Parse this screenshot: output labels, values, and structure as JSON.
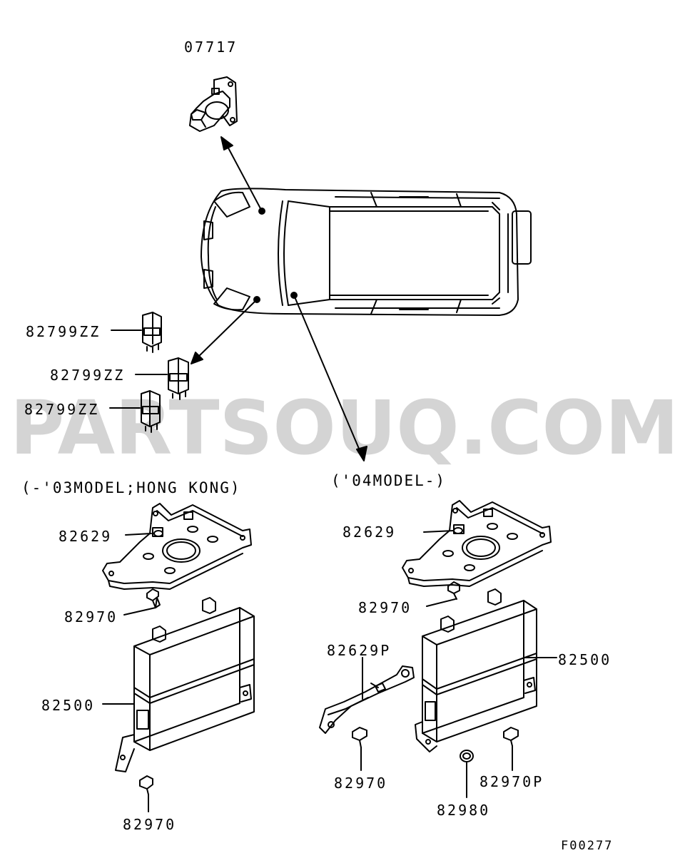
{
  "watermark": "PARTSOUQ.COM",
  "captions": {
    "left": "(-'03MODEL;HONG KONG)",
    "right": "('04MODEL-)"
  },
  "figure_code": "F00277",
  "part_labels": {
    "p07717": "07717",
    "p82799zz_1": "82799ZZ",
    "p82799zz_2": "82799ZZ",
    "p82799zz_3": "82799ZZ",
    "left_82629": "82629",
    "left_82970_a": "82970",
    "left_82500": "82500",
    "left_82970_b": "82970",
    "right_82629": "82629",
    "right_82970_a": "82970",
    "right_82629p": "82629P",
    "right_82500": "82500",
    "right_82970_b": "82970",
    "right_82980": "82980",
    "right_82970p": "82970P"
  }
}
